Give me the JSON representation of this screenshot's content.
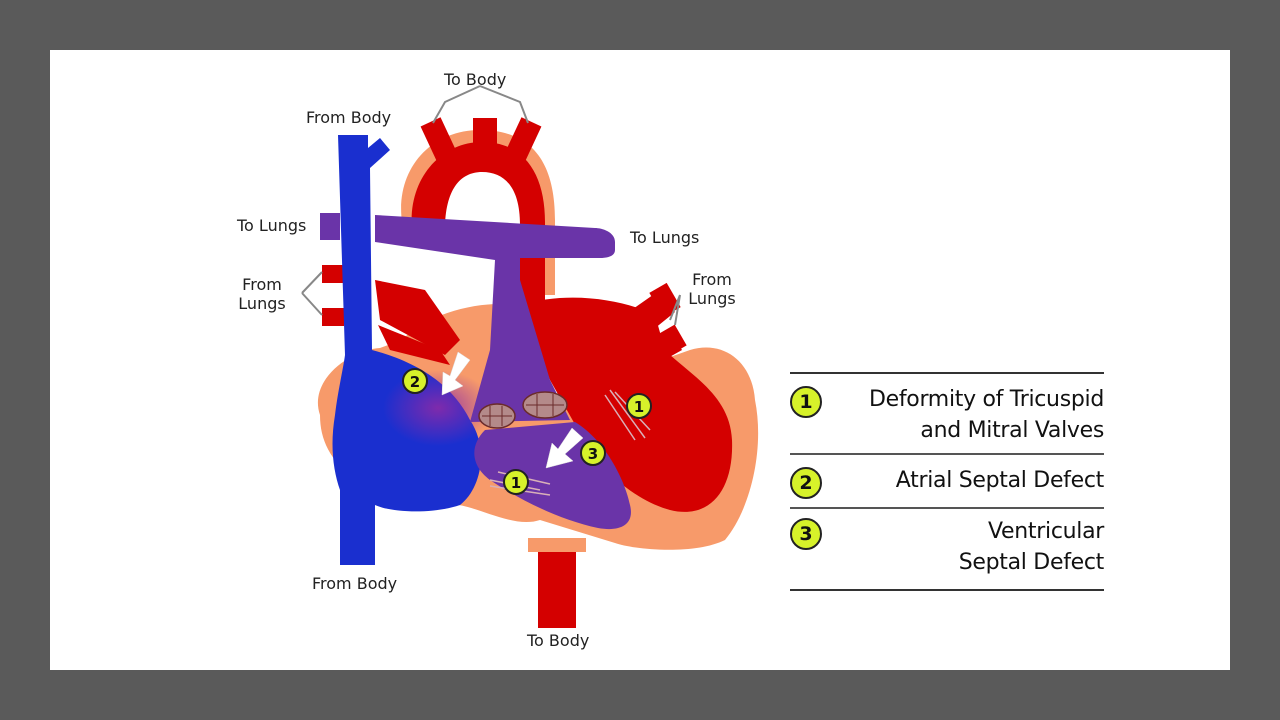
{
  "labels": {
    "to_body_top": "To Body",
    "from_body_top": "From Body",
    "to_lungs_left": "To Lungs",
    "to_lungs_right": "To Lungs",
    "from_lungs_left": "From\nLungs",
    "from_lungs_right": "From\nLungs",
    "from_body_bottom": "From Body",
    "to_body_bottom": "To Body"
  },
  "markers": [
    "1",
    "2",
    "3"
  ],
  "legend": [
    {
      "number": "1",
      "text": "Deformity of Tricuspid\nand Mitral Valves"
    },
    {
      "number": "2",
      "text": "Atrial Septal Defect"
    },
    {
      "number": "3",
      "text": "Ventricular\nSeptal Defect"
    }
  ],
  "colors": {
    "blood_oxygenated": "#d40000",
    "blood_deoxygenated": "#1a2fcf",
    "blood_mixed": "#6a34a8",
    "tissue": "#f79a6a",
    "marker": "#d7f22a",
    "background": "#5a5a5a"
  }
}
